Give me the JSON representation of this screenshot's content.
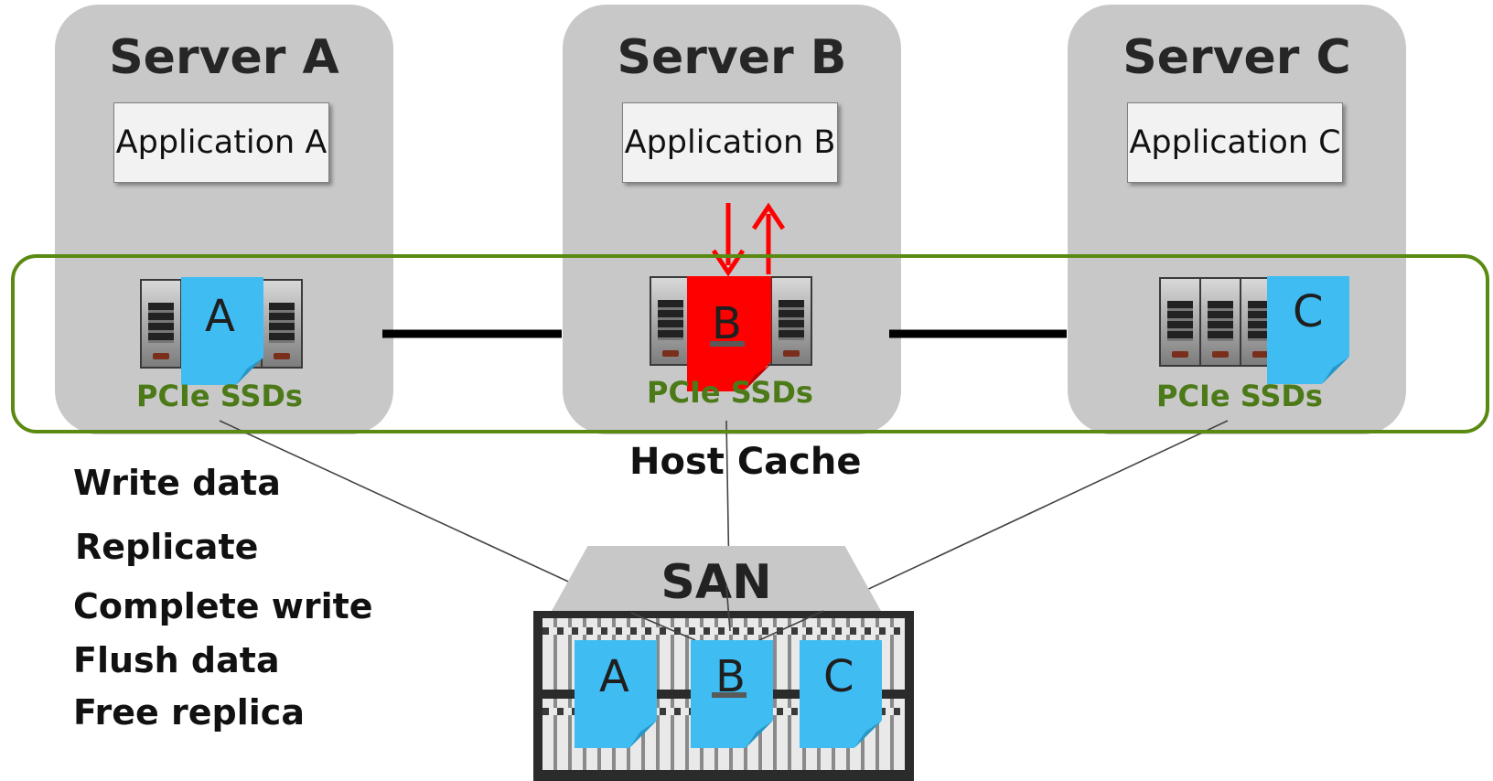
{
  "servers": [
    {
      "title": "Server A",
      "application": "Application A",
      "ssd_label": "PCIe SSDs",
      "cache_block": "A",
      "cache_color": "#3fbcf2"
    },
    {
      "title": "Server B",
      "application": "Application B",
      "ssd_label": "PCIe SSDs",
      "cache_block": "B",
      "cache_color": "#ff0000"
    },
    {
      "title": "Server C",
      "application": "Application C",
      "ssd_label": "PCIe SSDs",
      "cache_block": "C",
      "cache_color": "#3fbcf2"
    }
  ],
  "host_cache_label": "Host Cache",
  "steps": [
    "Write data",
    "Replicate",
    "Complete write",
    "Flush data",
    "Free replica"
  ],
  "san": {
    "label": "SAN",
    "blocks": [
      "A",
      "B",
      "C"
    ]
  },
  "colors": {
    "server_bg": "#c8c8c8",
    "cache_frame": "#5a8a12",
    "ssd_label": "#4c7a18",
    "block_blue": "#3fbcf2",
    "block_red": "#ff0000",
    "io_arrows": "#ff0000"
  }
}
